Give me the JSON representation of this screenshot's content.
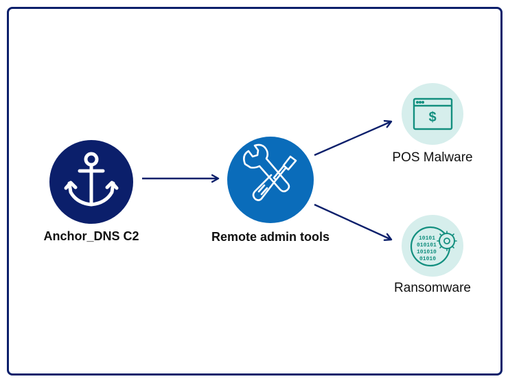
{
  "diagram": {
    "nodes": [
      {
        "id": "anchor",
        "label": "Anchor_DNS C2",
        "icon": "anchor-icon",
        "color": "#0b1f6b",
        "label_weight": "bold"
      },
      {
        "id": "remote",
        "label": "Remote admin tools",
        "icon": "wrench-screwdriver-icon",
        "color": "#0a6cba",
        "label_weight": "bold"
      },
      {
        "id": "pos",
        "label": "POS Malware",
        "icon": "pos-terminal-icon",
        "color": "#d6eeec",
        "icon_color": "#138f7f",
        "label_weight": "normal"
      },
      {
        "id": "ransom",
        "label": "Ransomware",
        "icon": "binary-virus-icon",
        "color": "#d6eeec",
        "icon_color": "#138f7f",
        "label_weight": "normal"
      }
    ],
    "edges": [
      {
        "from": "anchor",
        "to": "remote"
      },
      {
        "from": "remote",
        "to": "pos"
      },
      {
        "from": "remote",
        "to": "ransom"
      }
    ],
    "colors": {
      "border": "#0b1f6b",
      "arrow": "#0b1f6b"
    }
  }
}
